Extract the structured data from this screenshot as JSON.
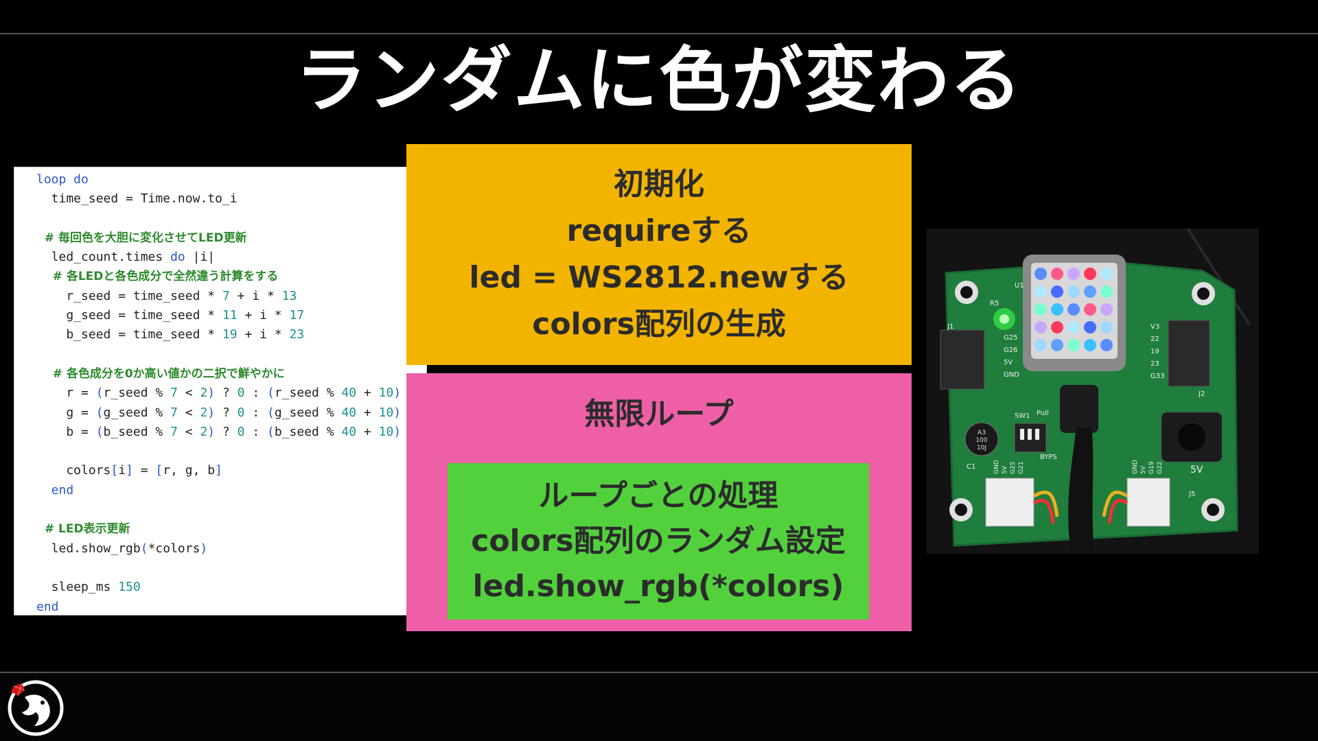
{
  "slide": {
    "title": "ランダムに色が変わる"
  },
  "code": {
    "lines": [
      [
        {
          "t": "loop do",
          "c": "kw"
        }
      ],
      [
        {
          "t": "  time_seed = Time.now.to_i",
          "c": ""
        }
      ],
      [
        {
          "t": "",
          "c": ""
        }
      ],
      [
        {
          "t": "  # 毎回色を大胆に変化させてLED更新",
          "c": "cm"
        }
      ],
      [
        {
          "t": "  led_count.times ",
          "c": ""
        },
        {
          "t": "do",
          "c": "kw"
        },
        {
          "t": " |i|",
          "c": ""
        }
      ],
      [
        {
          "t": "    # 各LEDと各色成分で全然違う計算をする",
          "c": "cm"
        }
      ],
      [
        {
          "t": "    r_seed = time_seed * ",
          "c": ""
        },
        {
          "t": "7",
          "c": "num"
        },
        {
          "t": " + i * ",
          "c": ""
        },
        {
          "t": "13",
          "c": "num"
        }
      ],
      [
        {
          "t": "    g_seed = time_seed * ",
          "c": ""
        },
        {
          "t": "11",
          "c": "num"
        },
        {
          "t": " + i * ",
          "c": ""
        },
        {
          "t": "17",
          "c": "num"
        }
      ],
      [
        {
          "t": "    b_seed = time_seed * ",
          "c": ""
        },
        {
          "t": "19",
          "c": "num"
        },
        {
          "t": " + i * ",
          "c": ""
        },
        {
          "t": "23",
          "c": "num"
        }
      ],
      [
        {
          "t": "",
          "c": ""
        }
      ],
      [
        {
          "t": "    # 各色成分を0か高い値かの二択で鮮やかに",
          "c": "cm"
        }
      ],
      [
        {
          "t": "    r = ",
          "c": ""
        },
        {
          "t": "(",
          "c": "op"
        },
        {
          "t": "r_seed % ",
          "c": ""
        },
        {
          "t": "7",
          "c": "num"
        },
        {
          "t": " < ",
          "c": ""
        },
        {
          "t": "2",
          "c": "num"
        },
        {
          "t": ")",
          "c": "op"
        },
        {
          "t": " ? ",
          "c": ""
        },
        {
          "t": "0",
          "c": "num"
        },
        {
          "t": " : ",
          "c": ""
        },
        {
          "t": "(",
          "c": "op"
        },
        {
          "t": "r_seed % ",
          "c": ""
        },
        {
          "t": "40",
          "c": "num"
        },
        {
          "t": " + ",
          "c": ""
        },
        {
          "t": "10",
          "c": "num"
        },
        {
          "t": ")",
          "c": "op"
        }
      ],
      [
        {
          "t": "    g = ",
          "c": ""
        },
        {
          "t": "(",
          "c": "op"
        },
        {
          "t": "g_seed % ",
          "c": ""
        },
        {
          "t": "7",
          "c": "num"
        },
        {
          "t": " < ",
          "c": ""
        },
        {
          "t": "2",
          "c": "num"
        },
        {
          "t": ")",
          "c": "op"
        },
        {
          "t": " ? ",
          "c": ""
        },
        {
          "t": "0",
          "c": "num"
        },
        {
          "t": " : ",
          "c": ""
        },
        {
          "t": "(",
          "c": "op"
        },
        {
          "t": "g_seed % ",
          "c": ""
        },
        {
          "t": "40",
          "c": "num"
        },
        {
          "t": " + ",
          "c": ""
        },
        {
          "t": "10",
          "c": "num"
        },
        {
          "t": ")",
          "c": "op"
        }
      ],
      [
        {
          "t": "    b = ",
          "c": ""
        },
        {
          "t": "(",
          "c": "op"
        },
        {
          "t": "b_seed % ",
          "c": ""
        },
        {
          "t": "7",
          "c": "num"
        },
        {
          "t": " < ",
          "c": ""
        },
        {
          "t": "2",
          "c": "num"
        },
        {
          "t": ")",
          "c": "op"
        },
        {
          "t": " ? ",
          "c": ""
        },
        {
          "t": "0",
          "c": "num"
        },
        {
          "t": " : ",
          "c": ""
        },
        {
          "t": "(",
          "c": "op"
        },
        {
          "t": "b_seed % ",
          "c": ""
        },
        {
          "t": "40",
          "c": "num"
        },
        {
          "t": " + ",
          "c": ""
        },
        {
          "t": "10",
          "c": "num"
        },
        {
          "t": ")",
          "c": "op"
        }
      ],
      [
        {
          "t": "",
          "c": ""
        }
      ],
      [
        {
          "t": "    colors",
          "c": ""
        },
        {
          "t": "[",
          "c": "op"
        },
        {
          "t": "i",
          "c": ""
        },
        {
          "t": "]",
          "c": "op"
        },
        {
          "t": " = ",
          "c": ""
        },
        {
          "t": "[",
          "c": "op"
        },
        {
          "t": "r, g, b",
          "c": ""
        },
        {
          "t": "]",
          "c": "op"
        }
      ],
      [
        {
          "t": "  end",
          "c": "kw"
        }
      ],
      [
        {
          "t": "",
          "c": ""
        }
      ],
      [
        {
          "t": "  # LED表示更新",
          "c": "cm"
        }
      ],
      [
        {
          "t": "  led.show_rgb",
          "c": ""
        },
        {
          "t": "(",
          "c": "op"
        },
        {
          "t": "*colors",
          "c": ""
        },
        {
          "t": ")",
          "c": "op"
        }
      ],
      [
        {
          "t": "",
          "c": ""
        }
      ],
      [
        {
          "t": "  sleep_ms ",
          "c": ""
        },
        {
          "t": "150",
          "c": "num"
        }
      ],
      [
        {
          "t": "end",
          "c": "kw"
        }
      ]
    ]
  },
  "init_box": {
    "lines": [
      "初期化",
      "requireする",
      "led = WS2812.newする",
      "colors配列の生成"
    ],
    "color": "#f3b400"
  },
  "loop_box": {
    "title": "無限ループ",
    "color": "#ee5fa7",
    "inner": {
      "lines": [
        "ループごとの処理",
        "colors配列のランダム設定",
        "led.show_rgb(*colors)"
      ],
      "color": "#52d13d"
    }
  },
  "photo": {
    "board_labels": {
      "cap": [
        "A3",
        "100",
        "10J"
      ],
      "sw": "SW1",
      "pull": "Pull",
      "bypass": "BYPS",
      "v5": "5V",
      "c1": "C1",
      "j2": "J2",
      "j5": "J5",
      "u1": "U1",
      "r5": "R5",
      "j1": "J1",
      "left_pins": [
        "G25",
        "G26",
        "5V",
        "GND"
      ],
      "right_pins": [
        "V3",
        "22",
        "19",
        "23",
        "G33"
      ],
      "bottom_left": [
        "GND",
        "5V",
        "G25",
        "G21"
      ],
      "bottom_right": [
        "GND",
        "5V",
        "G19",
        "G22"
      ]
    }
  },
  "logo": {
    "name": "fish-logo"
  }
}
